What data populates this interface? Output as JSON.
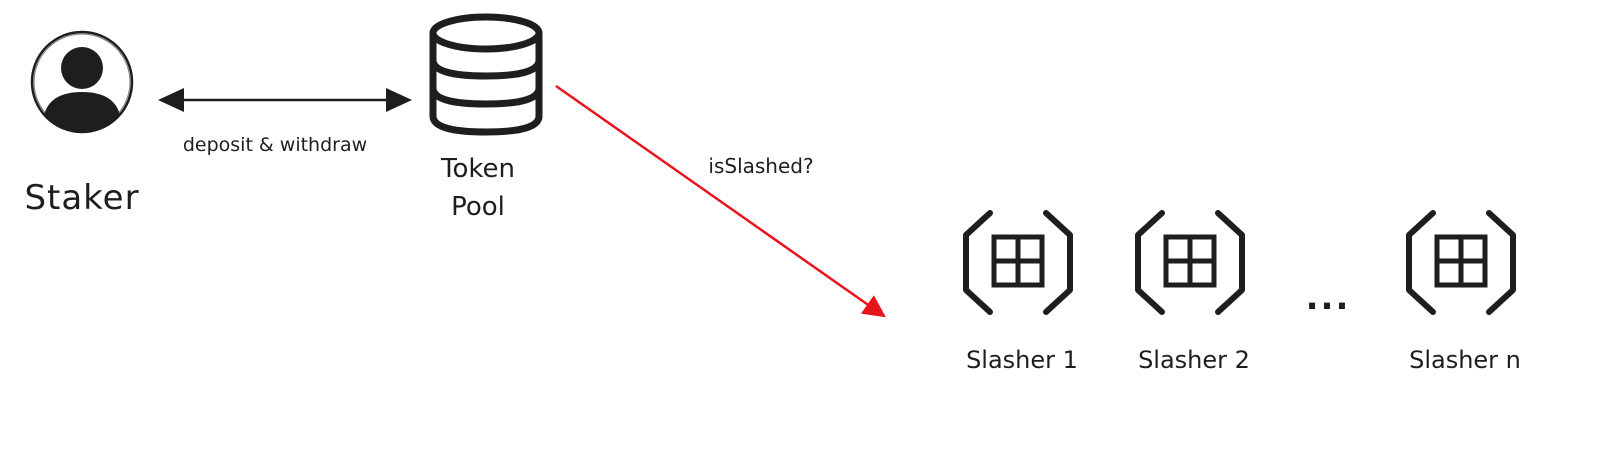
{
  "staker": {
    "label": "Staker",
    "icon": "user-icon"
  },
  "edge_staker_pool": {
    "label": "deposit & withdraw",
    "direction": "bidirectional"
  },
  "token_pool": {
    "label_line1": "Token",
    "label_line2": "Pool",
    "icon": "database-icon"
  },
  "edge_pool_slashers": {
    "label": "isSlashed?",
    "color": "#e8141b"
  },
  "slashers_group": {
    "fill": "#ecdcd6",
    "ellipsis": "...",
    "items": [
      {
        "label": "Slasher 1",
        "icon": "contract-module-icon"
      },
      {
        "label": "Slasher 2",
        "icon": "contract-module-icon"
      },
      {
        "label": "Slasher n",
        "icon": "contract-module-icon"
      }
    ]
  }
}
